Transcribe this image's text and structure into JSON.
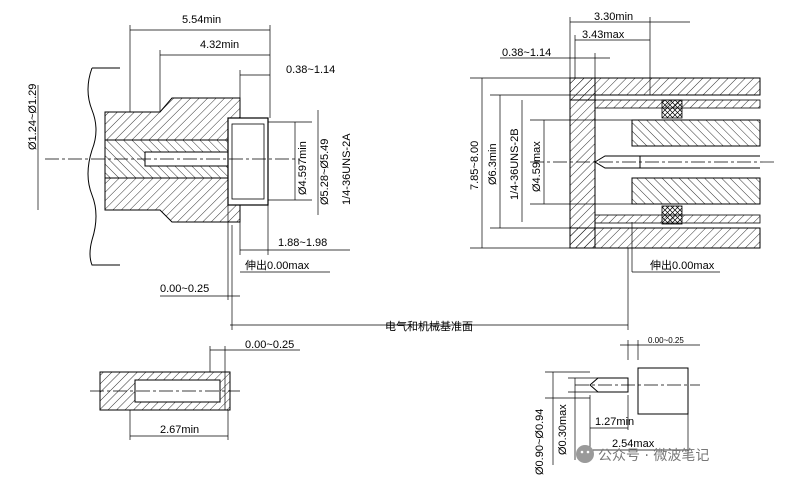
{
  "left_connector": {
    "dims": {
      "d554": "5.54min",
      "d432": "4.32min",
      "d038": "0.38~1.14",
      "d124": "Ø1.24~Ø1.29",
      "d4597": "Ø4.597min",
      "d528": "Ø5.28~Ø5.49",
      "thread": "1/4-36UNS-2A",
      "d188": "1.88~1.98",
      "protrude": "伸出0.00max",
      "d000": "0.00~0.25",
      "d000b": "0.00~0.25",
      "d267": "2.67min"
    }
  },
  "right_connector": {
    "dims": {
      "d330": "3.30min",
      "d343": "3.43max",
      "d038": "0.38~1.14",
      "d785": "7.85~8.00",
      "d63": "Ø6.3min",
      "thread": "1/4-36UNS-2B",
      "d459": "Ø4.59max",
      "protrude": "伸出0.00max",
      "d000": "0.00~0.25",
      "d090": "Ø0.90~Ø0.94",
      "d030": "Ø0.30max",
      "d127": "1.27min",
      "d254": "2.54max"
    }
  },
  "reference_plane": "电气和机械基准面",
  "watermark": "公众号 · 微波笔记"
}
